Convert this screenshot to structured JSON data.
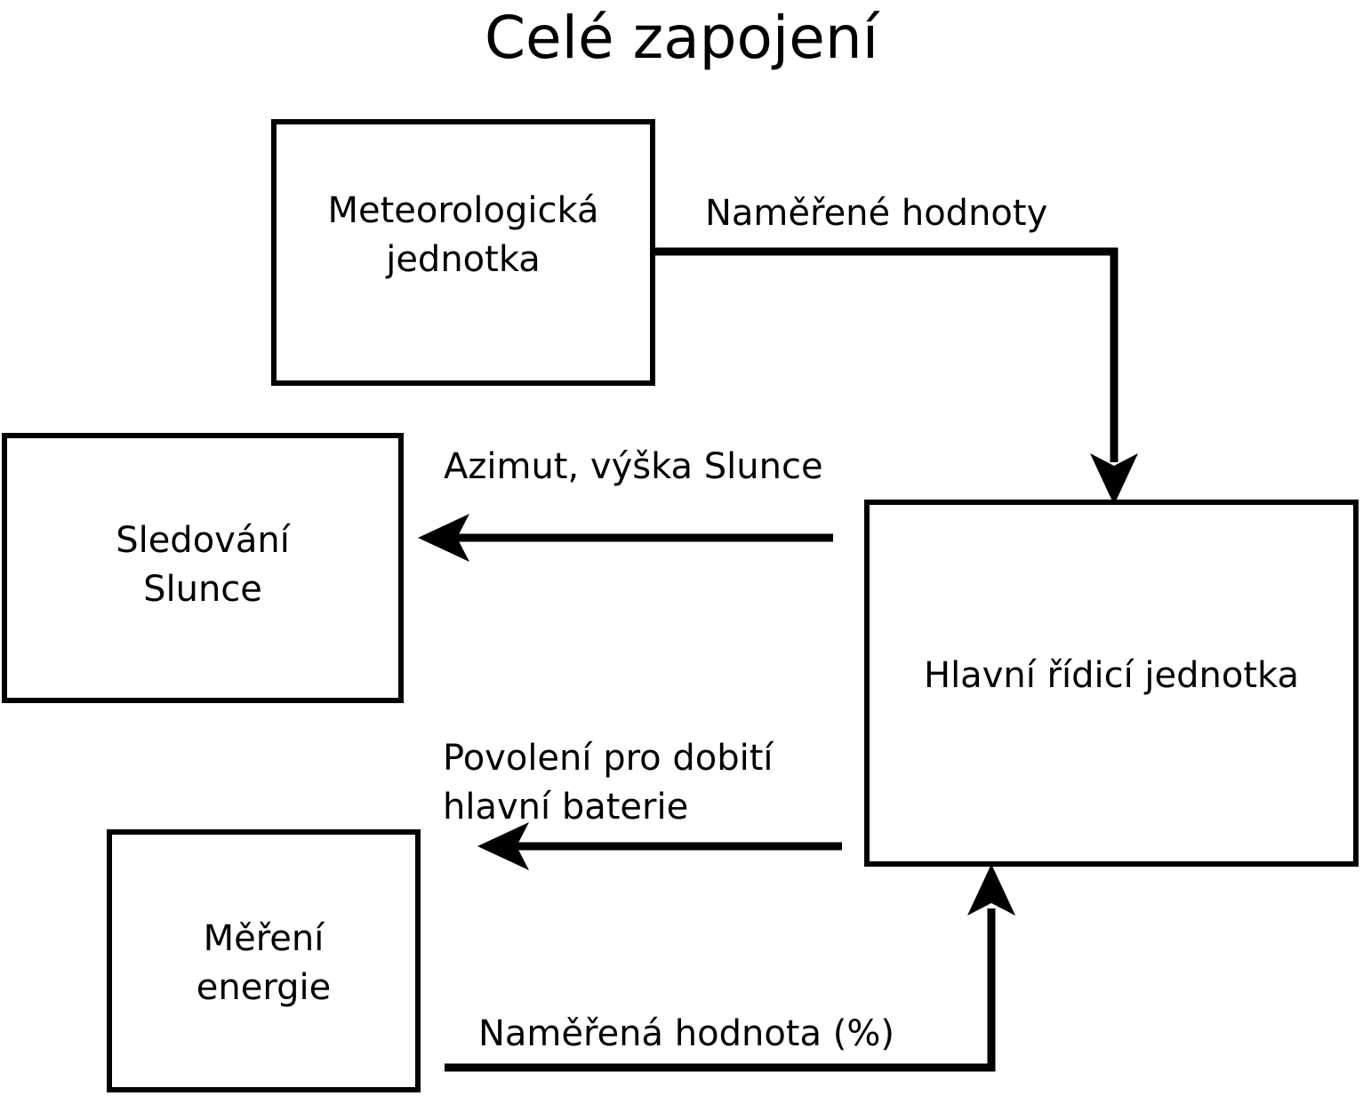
{
  "diagram": {
    "title": "Celé zapojení",
    "language": "cs",
    "background_color": "#ffffff",
    "stroke_color": "#000000",
    "nodes": [
      {
        "id": "meteo",
        "label": "Meteorologická\njednotka"
      },
      {
        "id": "sun",
        "label": "Sledování\nSlunce"
      },
      {
        "id": "main",
        "label": "Hlavní řídicí jednotka"
      },
      {
        "id": "energy",
        "label": "Měření\nenergie"
      }
    ],
    "edges": [
      {
        "id": "meteo-main",
        "from": "meteo",
        "to": "main",
        "label": "Naměřené hodnoty"
      },
      {
        "id": "main-sun",
        "from": "main",
        "to": "sun",
        "label": "Azimut, výška Slunce"
      },
      {
        "id": "main-energy",
        "from": "main",
        "to": "energy",
        "label": "Povolení pro dobití\nhlavní baterie"
      },
      {
        "id": "energy-main",
        "from": "energy",
        "to": "main",
        "label": "Naměřená hodnota (%)"
      }
    ]
  }
}
